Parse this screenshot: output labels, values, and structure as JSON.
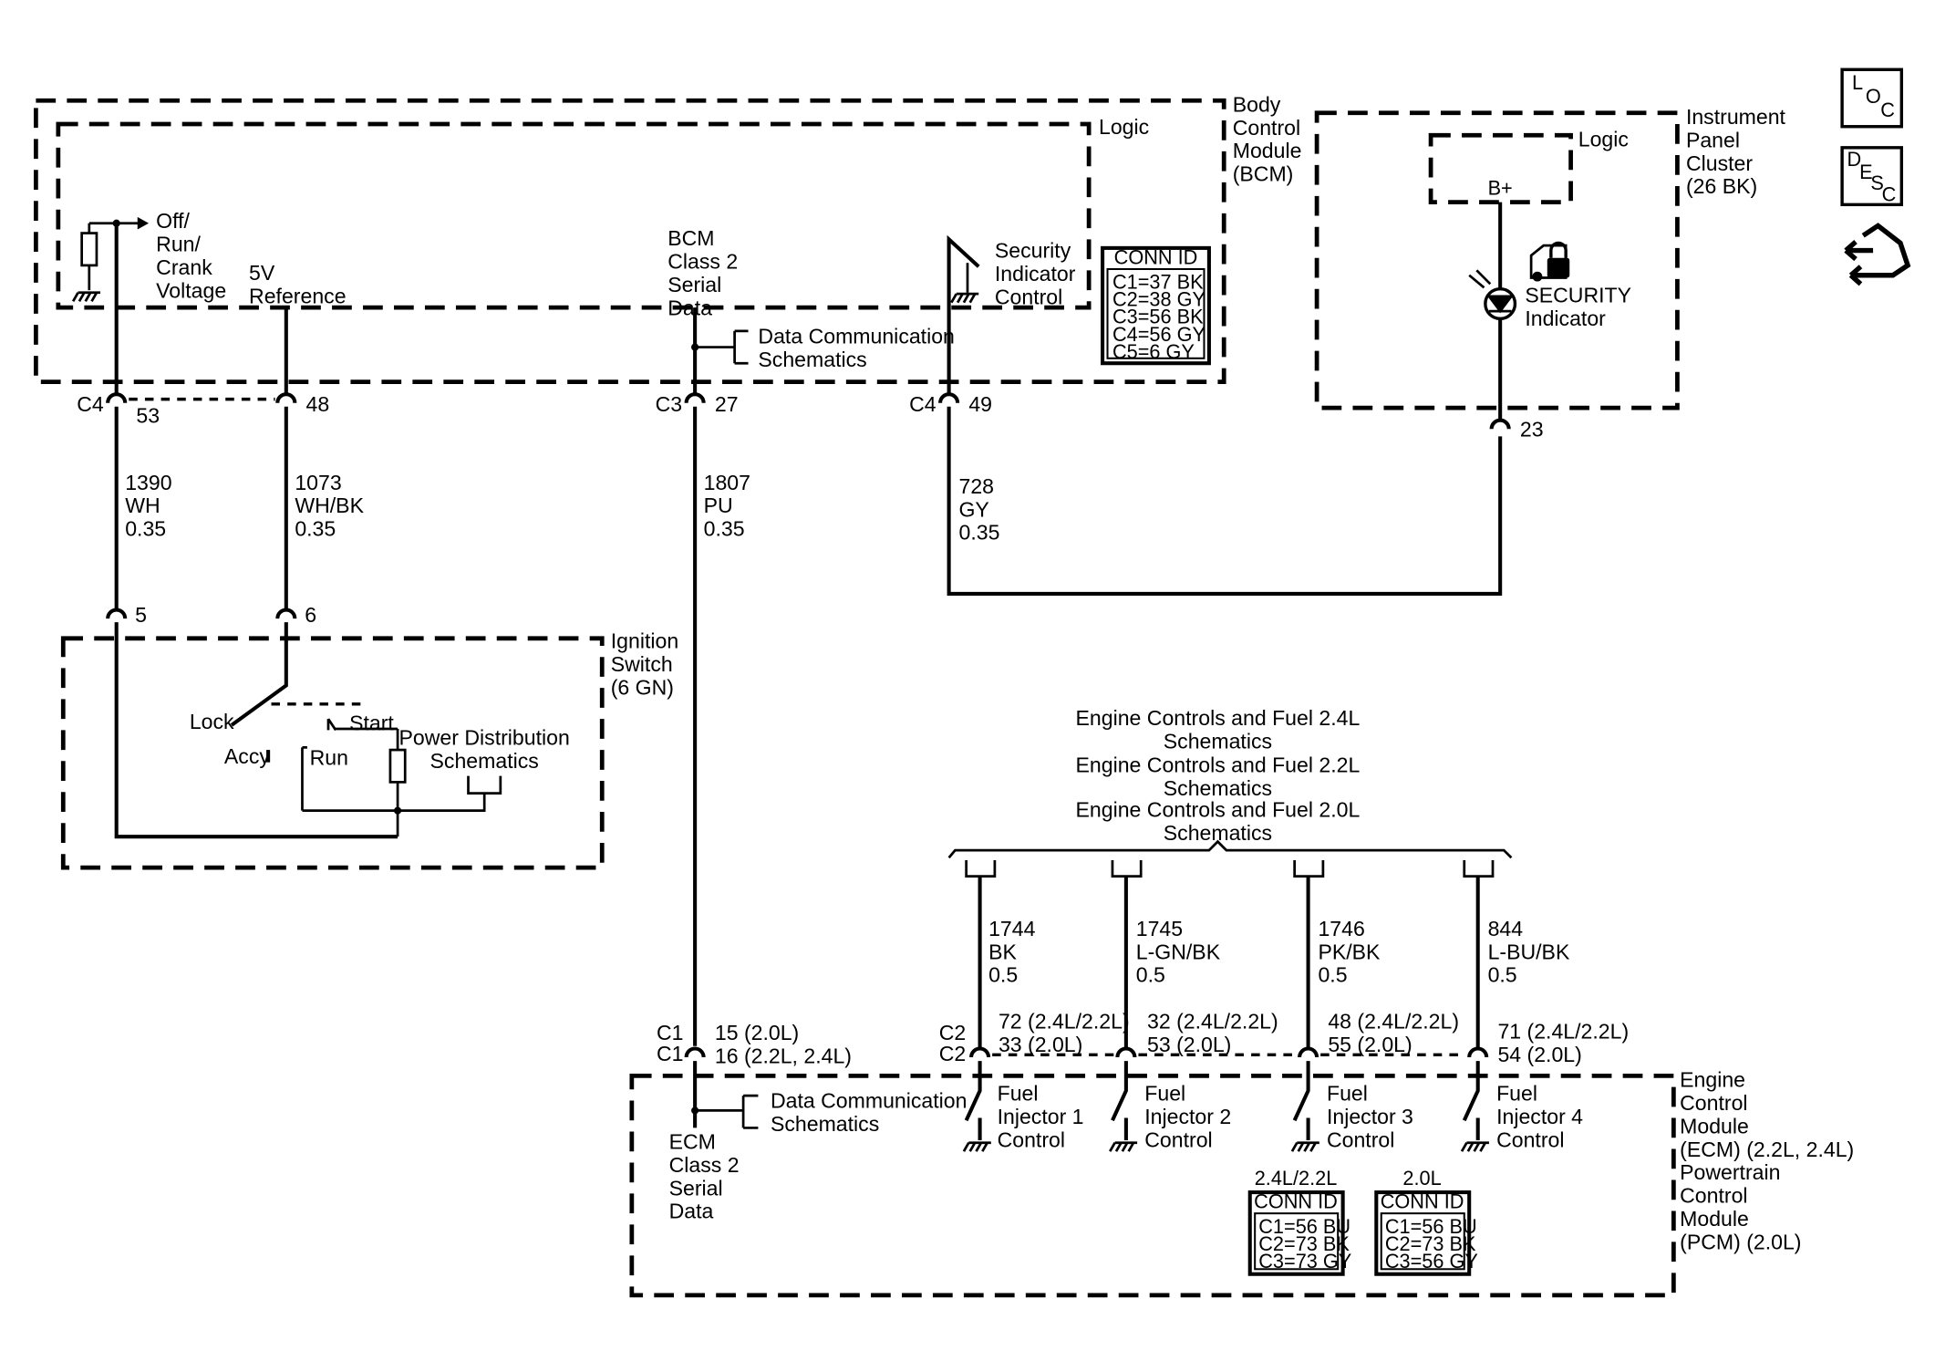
{
  "modules": {
    "bcm": {
      "name": "Body\nControl\nModule\n(BCM)",
      "logic": "Logic"
    },
    "ipc": {
      "name": "Instrument\nPanel\nCluster\n(26 BK)",
      "logic": "Logic",
      "bplus": "B+",
      "indicator": "SECURITY\nIndicator"
    },
    "ignition": {
      "name": "Ignition\nSwitch\n(6 GN)",
      "lock": "Lock",
      "accy": "Accy",
      "run": "Run",
      "start": "Start",
      "power": "Power Distribution\nSchematics"
    },
    "ecm": {
      "name": "Engine\nControl\nModule\n(ECM) (2.2L, 2.4L)\nPowertrain\nControl\nModule\n(PCM) (2.0L)",
      "serial": "ECM\nClass 2\nSerial\nData",
      "data_comm": "Data Communication\nSchematics"
    }
  },
  "bcm_labels": {
    "ignition_voltage": "Off/\nRun/\nCrank\nVoltage",
    "reference": "5V\nReference",
    "serial": "BCM\nClass 2\nSerial\nData",
    "security": "Security\nIndicator\nControl",
    "data_comm": "Data Communication\nSchematics"
  },
  "bcm_conn": {
    "title": "CONN ID",
    "rows": [
      "C1=37 BK",
      "C2=38 GY",
      "C3=56 BK",
      "C4=56 GY",
      "C5=6 GY"
    ]
  },
  "ecm_conn_a": {
    "caption": "2.4L/2.2L",
    "title": "CONN ID",
    "rows": [
      "C1=56 BU",
      "C2=73 BK",
      "C3=73 GY"
    ]
  },
  "ecm_conn_b": {
    "caption": "2.0L",
    "title": "CONN ID",
    "rows": [
      "C1=56 BU",
      "C2=73 BK",
      "C3=56 GY"
    ]
  },
  "bcm_pins": {
    "c4": "C4",
    "p53": "53",
    "p48": "48",
    "c3": "C3",
    "p27": "27",
    "c4b": "C4",
    "p49": "49"
  },
  "ipc_pin": "23",
  "ign_pins": {
    "p5": "5",
    "p6": "6"
  },
  "wires": {
    "w1390": "1390\nWH\n0.35",
    "w1073": "1073\nWH/BK\n0.35",
    "w1807": "1807\nPU\n0.35",
    "w728": "728\nGY\n0.35",
    "w1744": "1744\nBK\n0.5",
    "w1745": "1745\nL-GN/BK\n0.5",
    "w1746": "1746\nPK/BK\n0.5",
    "w844": "844\nL-BU/BK\n0.5"
  },
  "engine_refs": [
    "Engine Controls and Fuel 2.4L\nSchematics",
    "Engine Controls and Fuel 2.2L\nSchematics",
    "Engine Controls and Fuel 2.0L\nSchematics"
  ],
  "ecm_pins": {
    "c1a": "C1",
    "c1b": "C1",
    "serial_pins": "15 (2.0L)\n16 (2.2L, 2.4L)",
    "c2a": "C2",
    "c2b": "C2",
    "inj1_pins": "72 (2.4L/2.2L)\n33 (2.0L)",
    "inj2_pins": "32 (2.4L/2.2L)\n53 (2.0L)",
    "inj3_pins": "48 (2.4L/2.2L)\n55 (2.0L)",
    "inj4_pins": "71 (2.4L/2.2L)\n54 (2.0L)"
  },
  "injectors": [
    "Fuel\nInjector 1\nControl",
    "Fuel\nInjector 2\nControl",
    "Fuel\nInjector 3\nControl",
    "Fuel\nInjector 4\nControl"
  ],
  "nav_icons": {
    "loc": [
      "L",
      "O",
      "C"
    ],
    "desc": [
      "D",
      "E",
      "S",
      "C"
    ]
  }
}
